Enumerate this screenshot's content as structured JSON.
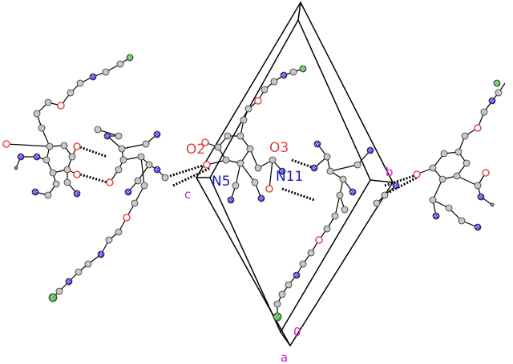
{
  "labels": {
    "O2": "O2",
    "O3": "O3",
    "N5": "N5",
    "N11": "N11",
    "axis_b": "b",
    "axis_c": "c",
    "axis_a": "a",
    "origin": "0"
  },
  "colors": {
    "carbon": "#c8c8c8",
    "nitrogen": "#2a2ad0",
    "oxygen": "#e05050",
    "chlorine": "#40b040",
    "hbond": "#000000",
    "cell": "#000000",
    "label_oxygen": "#e04040",
    "label_nitrogen": "#1a1ab0",
    "label_axis": "#d020c0"
  }
}
